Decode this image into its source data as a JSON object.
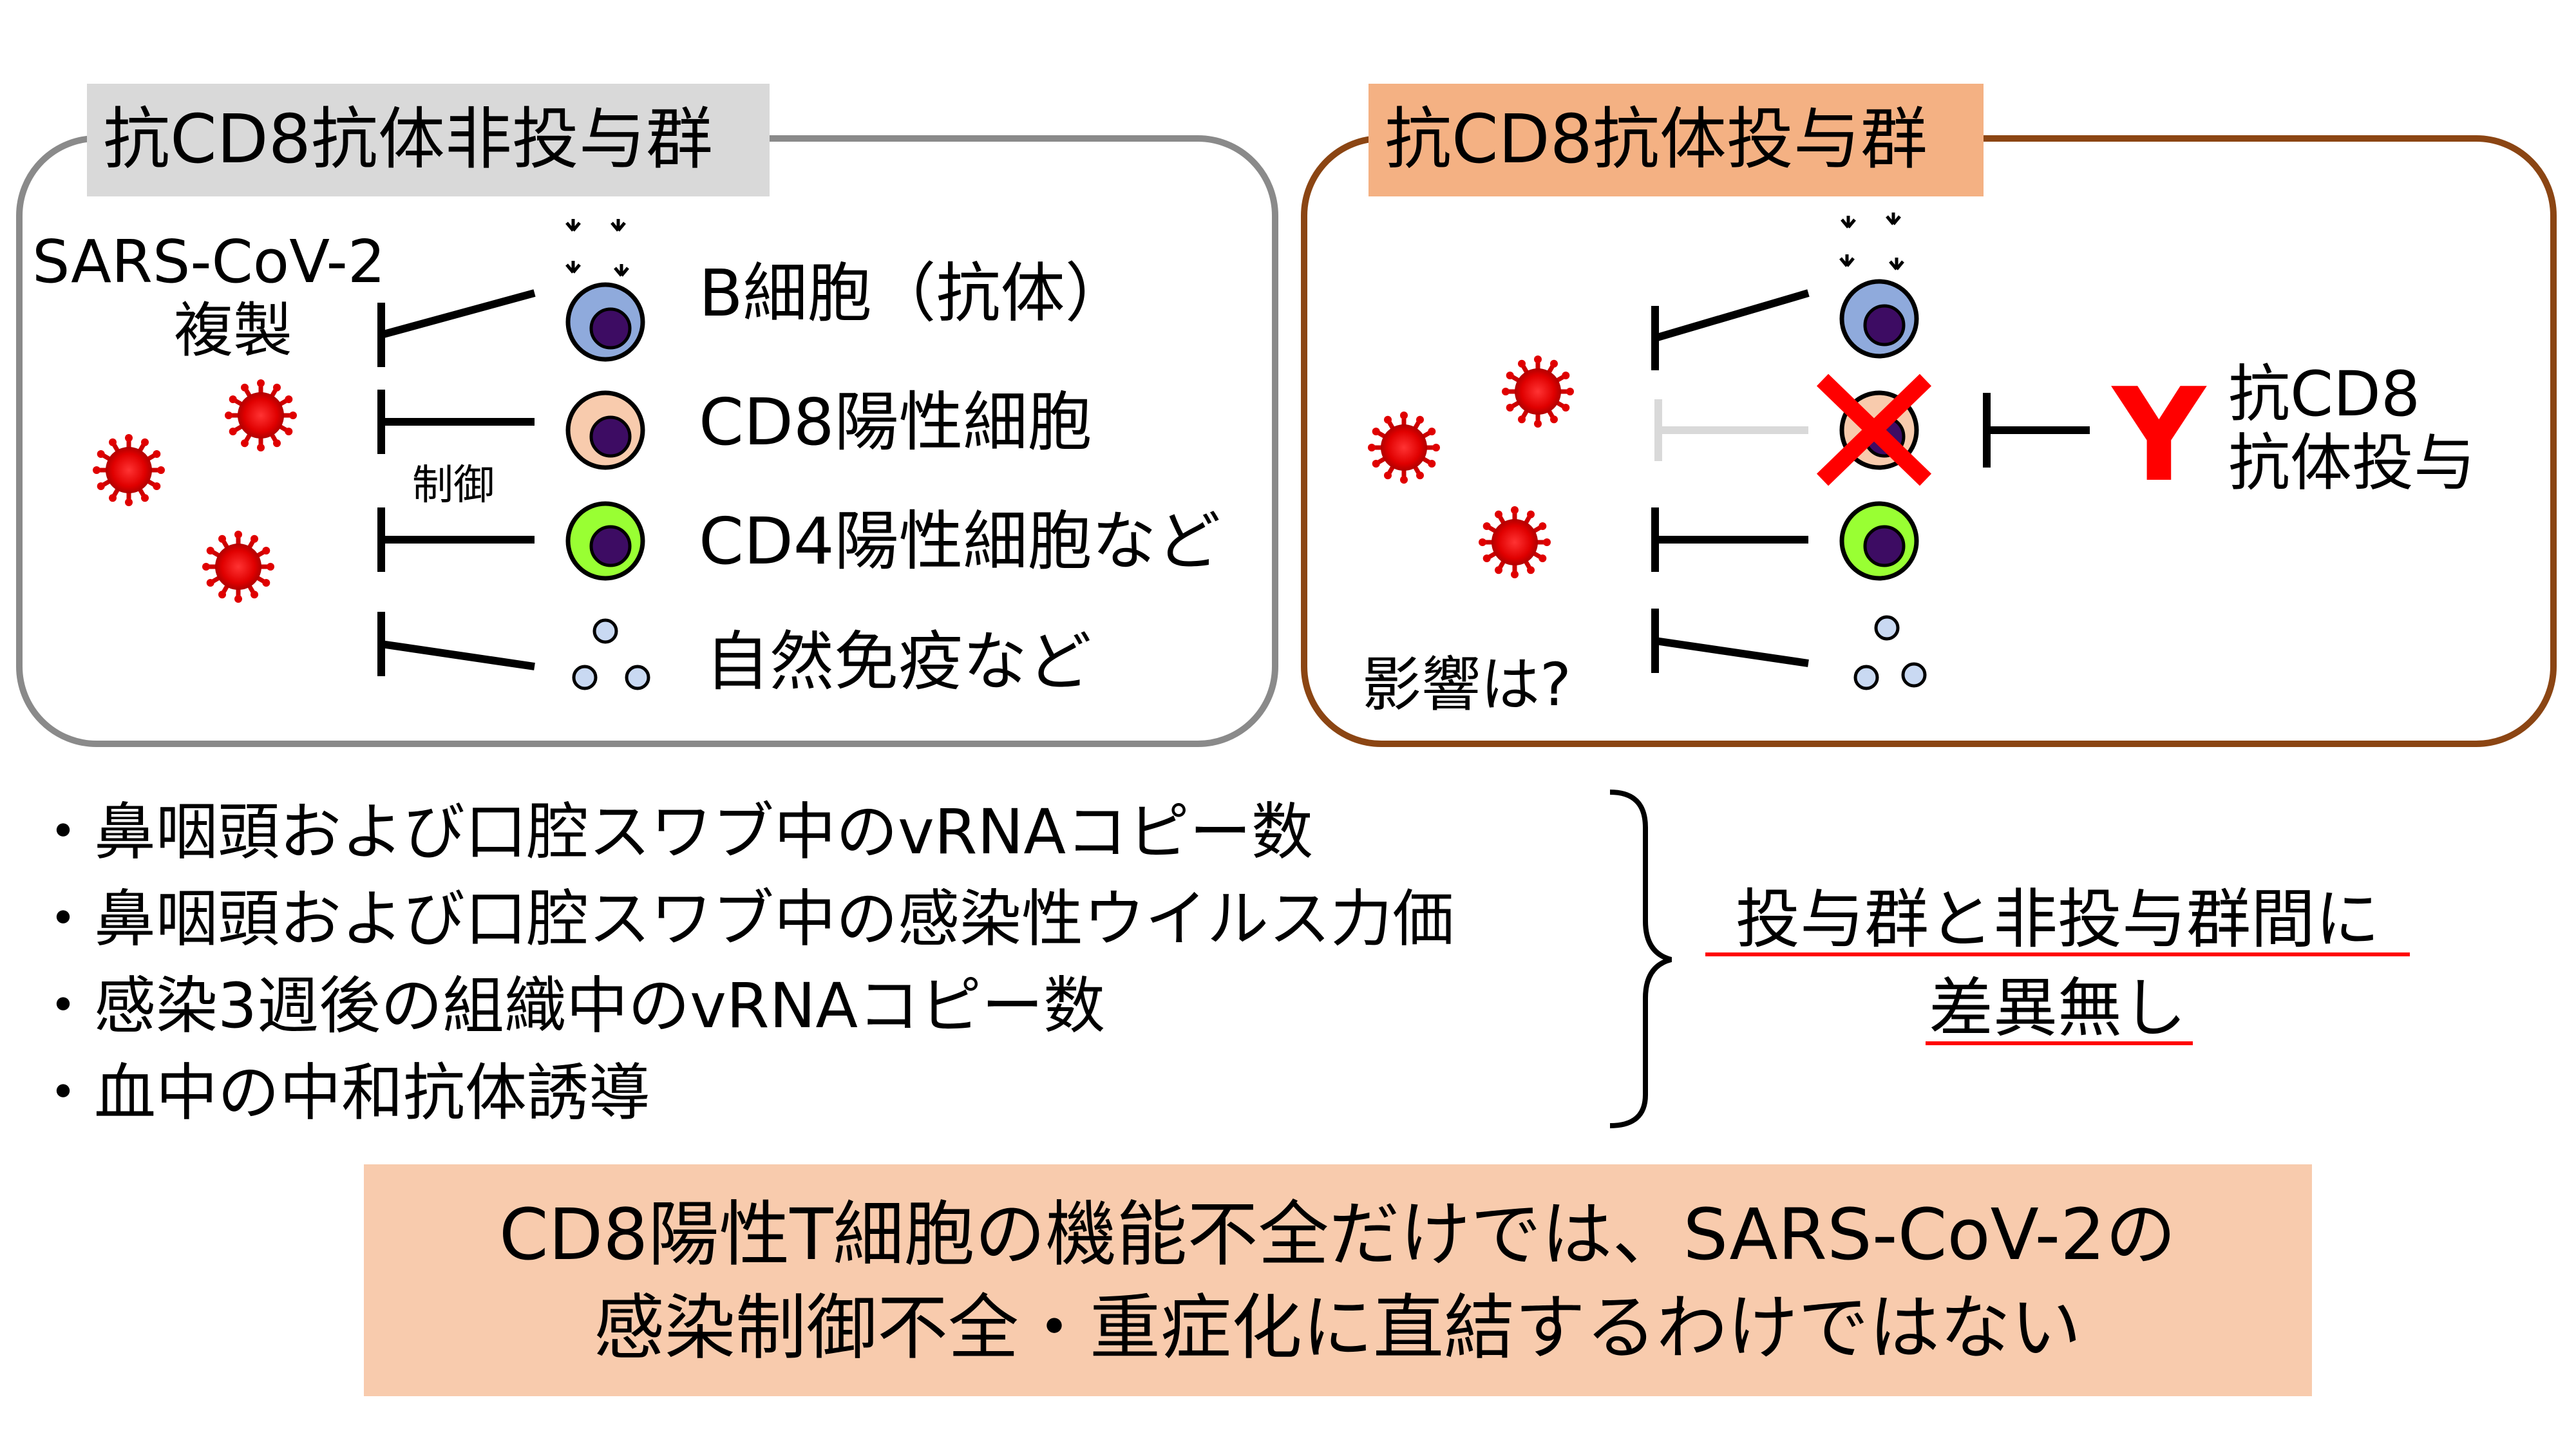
{
  "colors": {
    "left_panel_border": "#8a8a8a",
    "left_title_bg": "#d9d9d9",
    "right_panel_border": "#8b4513",
    "right_title_bg": "#f4b183",
    "virus": "#e00000",
    "b_cell": "#8faadc",
    "cd8_cell": "#f8cbad",
    "cd4_cell": "#99ff33",
    "nucleus": "#3d0c63",
    "x_mark": "#ff0000",
    "antibody_y": "#ff0000",
    "underline": "#ff0000",
    "conclusion_bg": "#f8cbad",
    "faded_line": "#d9d9d9"
  },
  "left_panel": {
    "title": "抗CD8抗体非投与群",
    "virus_label_line1": "SARS-CoV-2",
    "virus_label_line2": "複製",
    "control_label": "制御",
    "cells": {
      "b_cell": "B細胞（抗体）",
      "cd8": "CD8陽性細胞",
      "cd4": "CD4陽性細胞など",
      "innate": "自然免疫など"
    }
  },
  "right_panel": {
    "title": "抗CD8抗体投与群",
    "effect_label": "影響は?",
    "antibody_symbol": "Y",
    "antibody_label_line1": "抗CD8",
    "antibody_label_line2": "抗体投与"
  },
  "bullets": {
    "items": [
      "・鼻咽頭および口腔スワブ中のvRNAコピー数",
      "・鼻咽頭および口腔スワブ中の感染性ウイルス力価",
      "・感染3週後の組織中のvRNAコピー数",
      "・血中の中和抗体誘導"
    ],
    "result_line1": "投与群と非投与群間に",
    "result_line2": "差異無し"
  },
  "conclusion": {
    "line1": "CD8陽性T細胞の機能不全だけでは、SARS-CoV-2の",
    "line2": "感染制御不全・重症化に直結するわけではない"
  }
}
